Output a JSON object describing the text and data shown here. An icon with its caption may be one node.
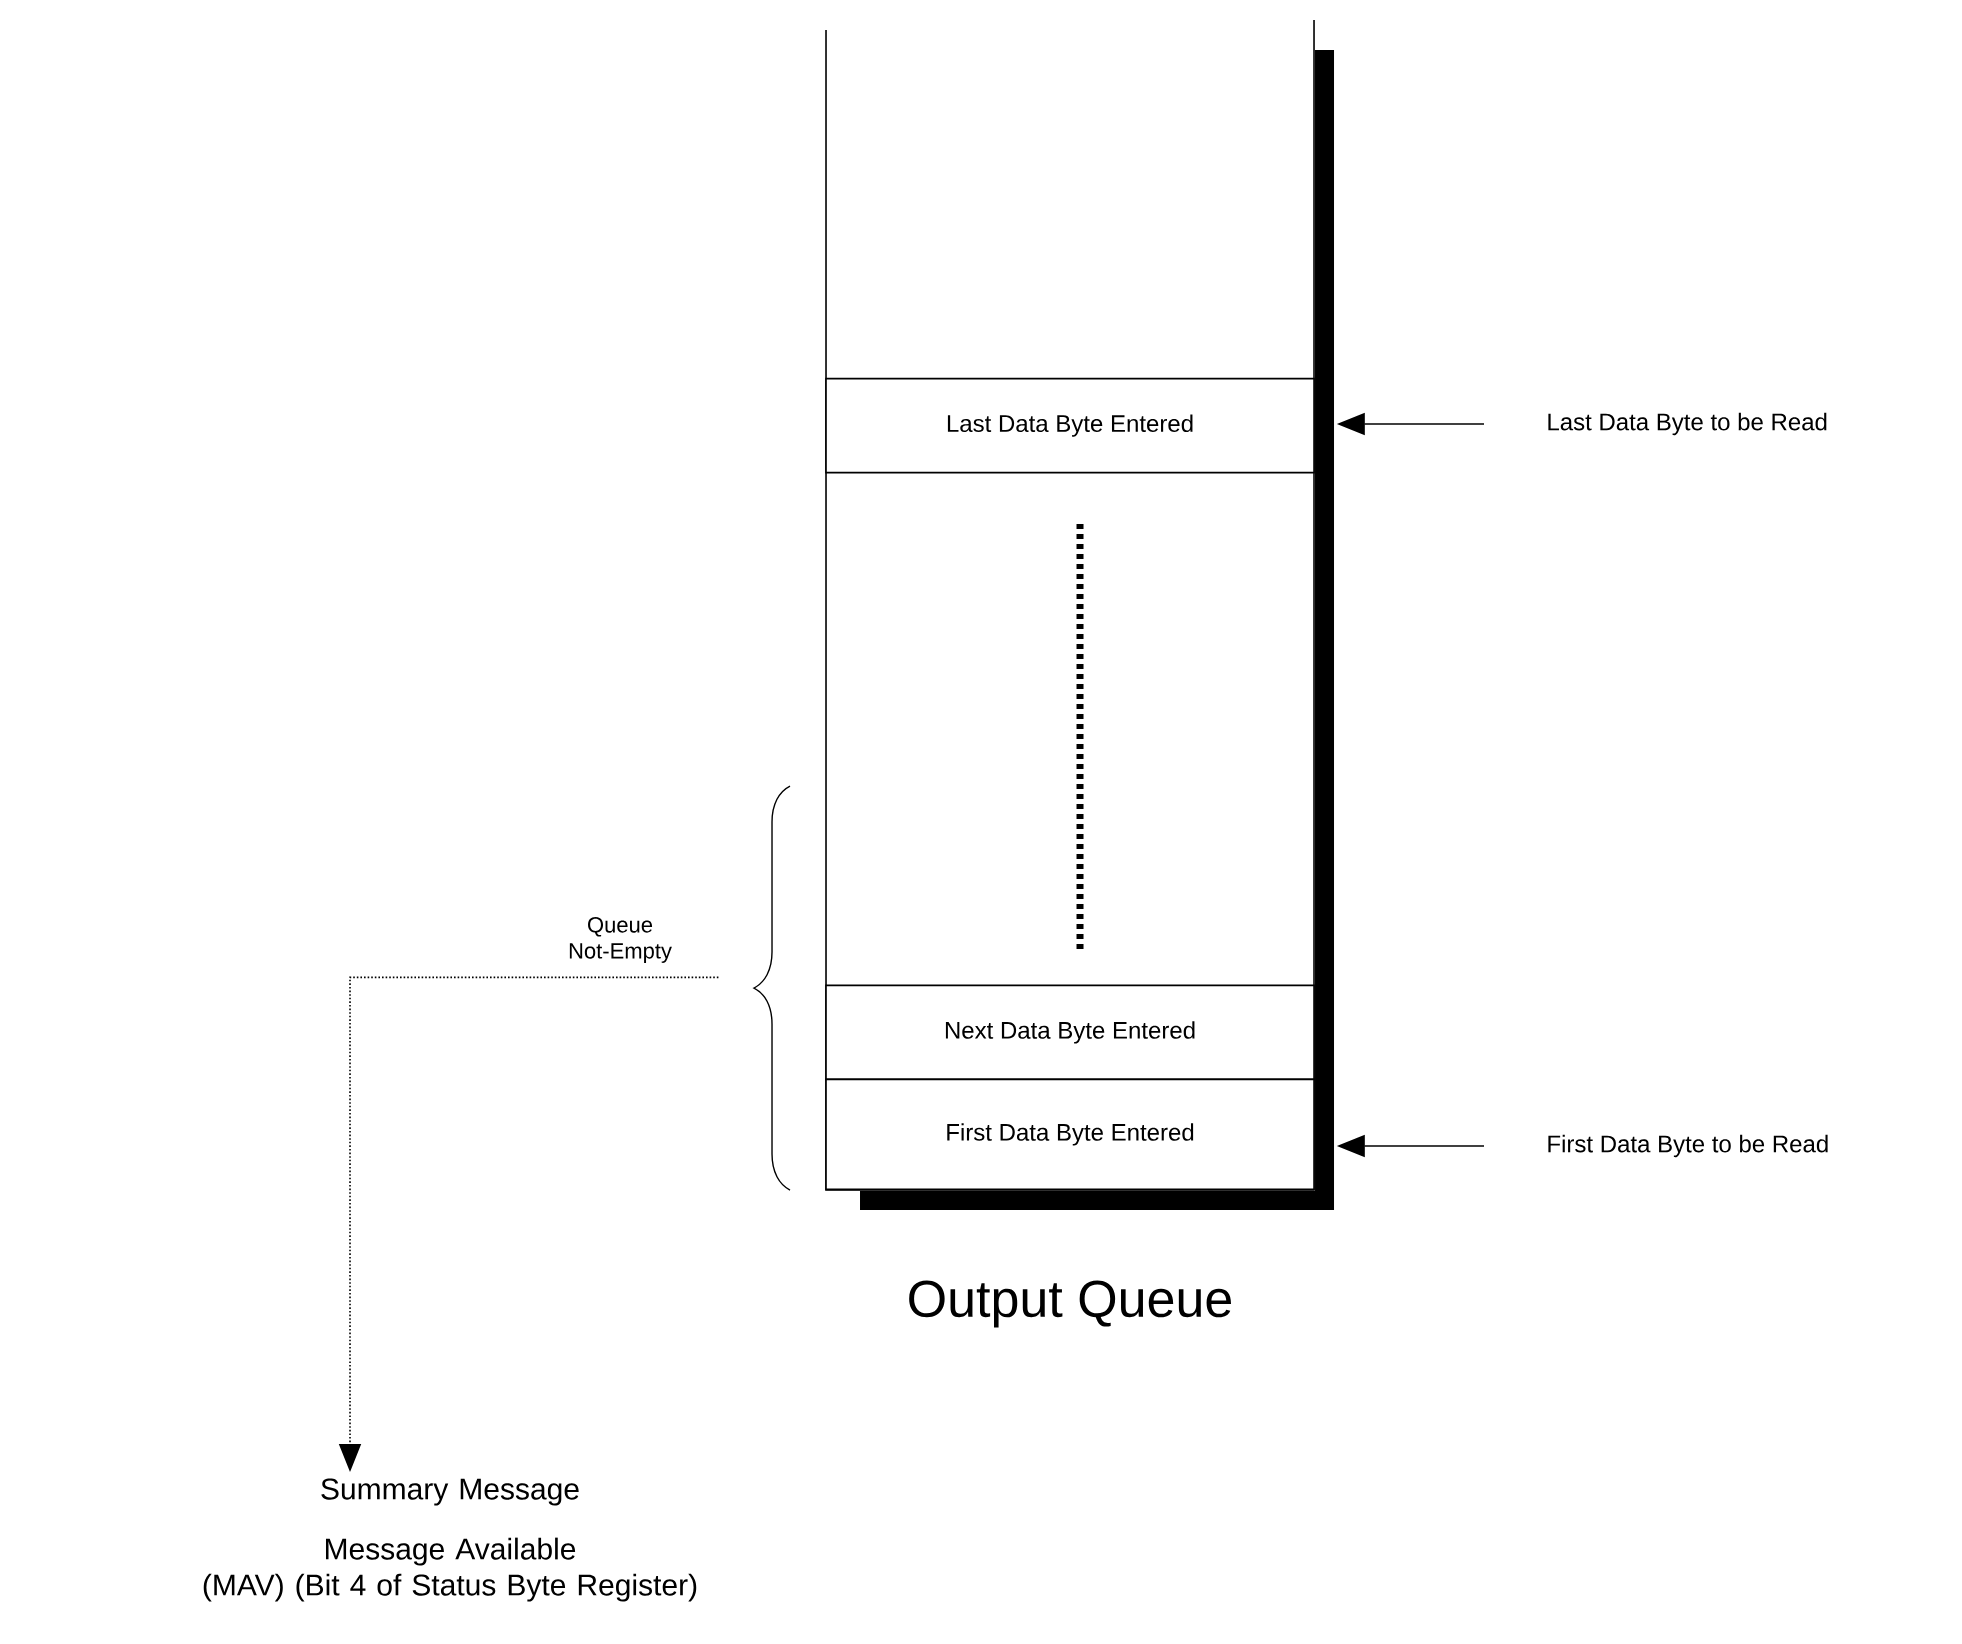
{
  "diagram": {
    "nodes": [
      {
        "text": [],
        "shape": "box",
        "beside": [
          "Output Queue"
        ]
      },
      {
        "text": [
          "Last Data Byte Entered"
        ],
        "in": 0
      },
      {
        "text": [
          "Next Data Byte Entered"
        ],
        "in": 0
      },
      {
        "text": [
          "First Data Byte Entered"
        ],
        "in": 0
      },
      {
        "text": [
          "Last Data Byte to be Read"
        ]
      },
      {
        "text": [
          "First Data Byte to be Read"
        ]
      },
      {
        "text": [
          "Queue Not-Empty"
        ]
      },
      {
        "text": [
          "Summary Message",
          "Message Available (MAV) (Bit 4 of Status Byte Register)"
        ]
      }
    ],
    "edges": [
      {
        "from": 4,
        "to": 1,
        "arrow": "to"
      },
      {
        "from": 5,
        "to": 3,
        "arrow": "to"
      },
      {
        "from": 6,
        "to": 7,
        "arrow": "to",
        "style": "dashed"
      }
    ]
  }
}
